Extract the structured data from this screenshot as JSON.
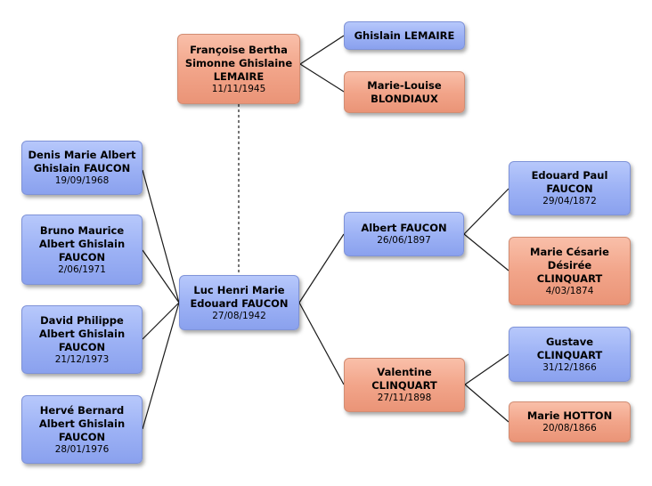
{
  "people": {
    "francoise": {
      "name": "Françoise Bertha\nSimonne Ghislaine\nLEMAIRE",
      "date": "11/11/1945"
    },
    "ghislain": {
      "name": "Ghislain LEMAIRE",
      "date": ""
    },
    "marie_louise": {
      "name": "Marie-Louise\nBLONDIAUX",
      "date": ""
    },
    "denis": {
      "name": "Denis Marie Albert\nGhislain FAUCON",
      "date": "19/09/1968"
    },
    "bruno": {
      "name": "Bruno Maurice\nAlbert Ghislain\nFAUCON",
      "date": "2/06/1971"
    },
    "david": {
      "name": "David Philippe\nAlbert Ghislain\nFAUCON",
      "date": "21/12/1973"
    },
    "herve": {
      "name": "Hervé Bernard\nAlbert Ghislain\nFAUCON",
      "date": "28/01/1976"
    },
    "luc": {
      "name": "Luc Henri Marie\nEdouard FAUCON",
      "date": "27/08/1942"
    },
    "albert": {
      "name": "Albert FAUCON",
      "date": "26/06/1897"
    },
    "valentine": {
      "name": "Valentine\nCLINQUART",
      "date": "27/11/1898"
    },
    "edouard": {
      "name": "Edouard Paul\nFAUCON",
      "date": "29/04/1872"
    },
    "marie_cesarie": {
      "name": "Marie Césarie\nDésirée\nCLINQUART",
      "date": "4/03/1874"
    },
    "gustave": {
      "name": "Gustave\nCLINQUART",
      "date": "31/12/1866"
    },
    "marie_hotton": {
      "name": "Marie HOTTON",
      "date": "20/08/1866"
    }
  },
  "colors": {
    "male": "#9db2f5",
    "female": "#f2a58a",
    "line": "#1a1a1a"
  }
}
